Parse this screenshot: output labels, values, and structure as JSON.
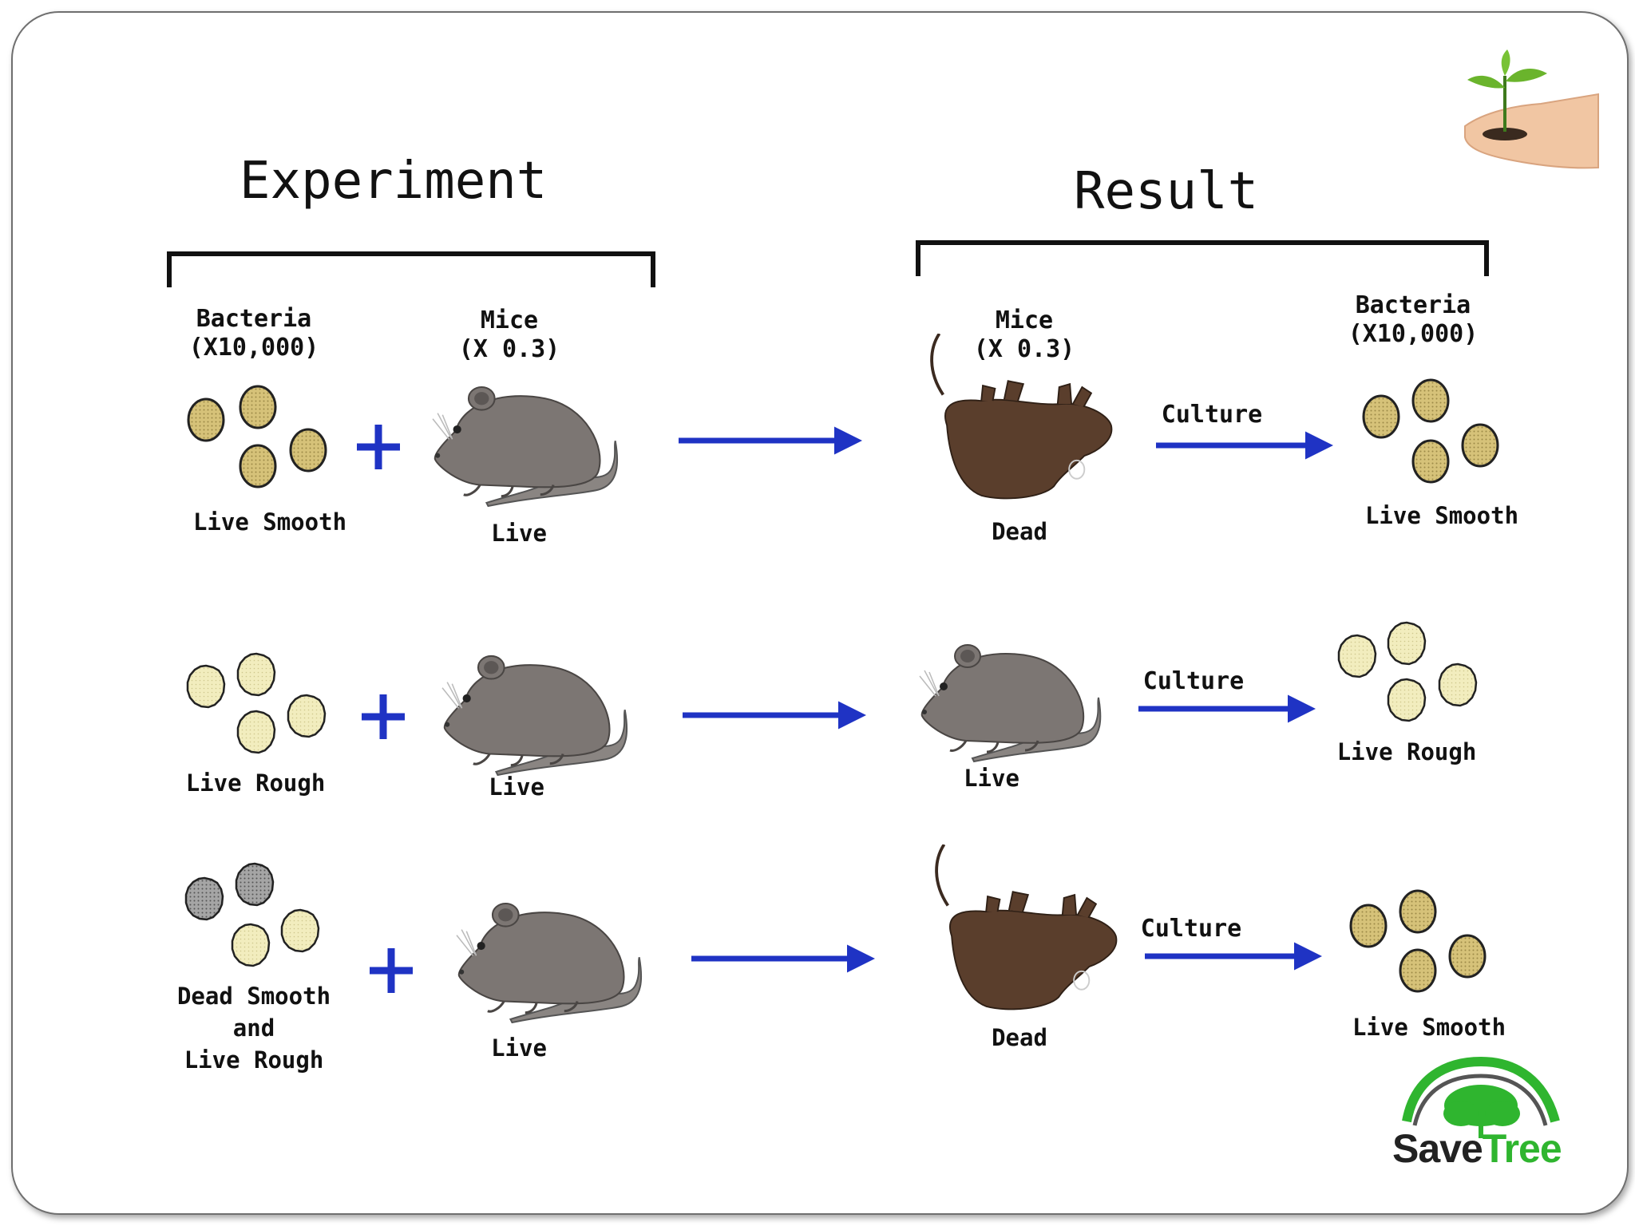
{
  "headings": {
    "experiment": "Experiment",
    "result": "Result"
  },
  "column_headers": {
    "exp_bacteria": [
      "Bacteria",
      "(X10,000)"
    ],
    "exp_mice": [
      "Mice",
      "(X 0.3)"
    ],
    "res_mice": [
      "Mice",
      "(X 0.3)"
    ],
    "res_bacteria": [
      "Bacteria",
      "(X10,000)"
    ]
  },
  "rows": [
    {
      "bacteria": "Live Smooth",
      "mouse": "Live",
      "result_mouse": "Dead",
      "culture": "Culture",
      "result_bacteria": "Live Smooth"
    },
    {
      "bacteria": "Live Rough",
      "mouse": "Live",
      "result_mouse": "Live",
      "culture": "Culture",
      "result_bacteria": "Live Rough"
    },
    {
      "bacteria": [
        "Dead Smooth",
        "and",
        "Live Rough"
      ],
      "mouse": "Live",
      "result_mouse": "Dead",
      "culture": "Culture",
      "result_bacteria": "Live Smooth"
    }
  ],
  "plus_sign": "+",
  "logo": {
    "text_save": "Save",
    "text_tree": "Tree"
  },
  "colors": {
    "arrow": "#1f33c4",
    "smooth_cell": "#d6c279",
    "rough_cell": "#f2edbe",
    "dead_cell": "#9a9a9a",
    "live_mouse": "#7c7673",
    "dead_mouse": "#5a3e2c",
    "logo_green": "#2fb52f",
    "logo_dark": "#222222"
  }
}
